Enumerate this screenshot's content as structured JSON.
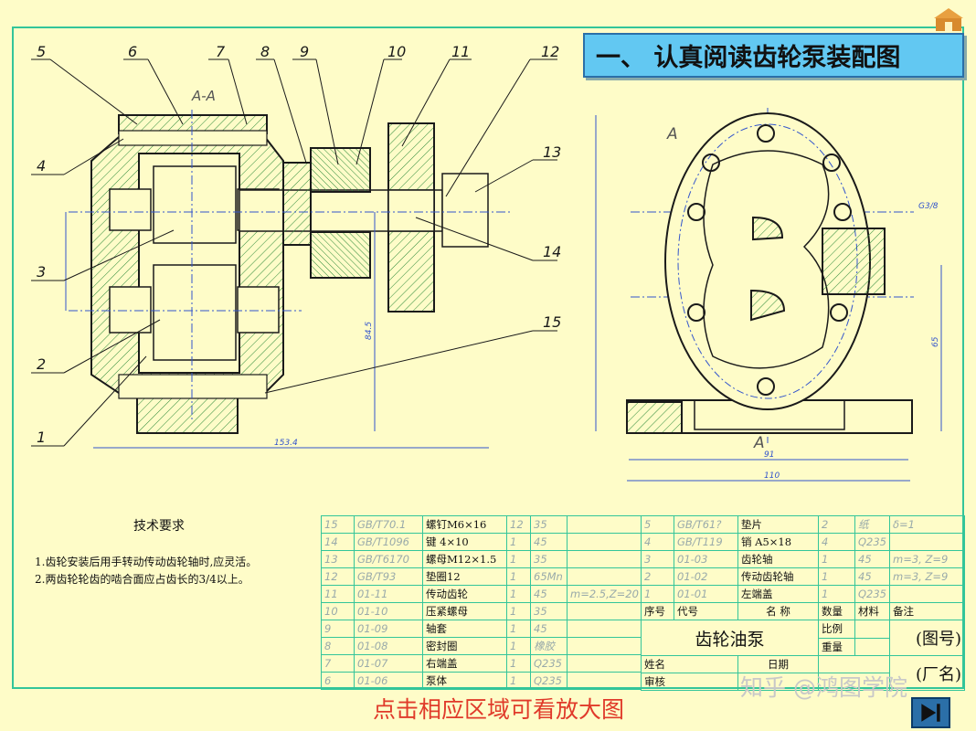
{
  "title": "一、 认真阅读齿轮泵装配图",
  "callouts": [
    "1",
    "2",
    "3",
    "4",
    "5",
    "6",
    "7",
    "8",
    "9",
    "10",
    "11",
    "12",
    "13",
    "14",
    "15"
  ],
  "section_label": "A-A",
  "view_marks": [
    "A",
    "A"
  ],
  "dims": {
    "overall_len": "153.4",
    "height_85": "84.5",
    "right_w": "110",
    "right_91": "91",
    "right_h": "65",
    "thread": "G3/8"
  },
  "tech": {
    "title": "技术要求",
    "line1": "1.齿轮安装后用手转动传动齿轮轴时,应灵活。",
    "line2": "2.两齿轮轮齿的啮合面应占齿长的3/4以上。"
  },
  "bom_left": [
    {
      "no": "15",
      "code": "GB/T70.1",
      "name": "螺钉M6×16",
      "qty": "12",
      "mat": "35",
      "note": ""
    },
    {
      "no": "14",
      "code": "GB/T1096",
      "name": "键 4×10",
      "qty": "1",
      "mat": "45",
      "note": ""
    },
    {
      "no": "13",
      "code": "GB/T6170",
      "name": "螺母M12×1.5",
      "qty": "1",
      "mat": "35",
      "note": ""
    },
    {
      "no": "12",
      "code": "GB/T93",
      "name": "垫圈12",
      "qty": "1",
      "mat": "65Mn",
      "note": ""
    },
    {
      "no": "11",
      "code": "01-11",
      "name": "传动齿轮",
      "qty": "1",
      "mat": "45",
      "note": "m=2.5,Z=20"
    },
    {
      "no": "10",
      "code": "01-10",
      "name": "压紧螺母",
      "qty": "1",
      "mat": "35",
      "note": ""
    },
    {
      "no": "9",
      "code": "01-09",
      "name": "轴套",
      "qty": "1",
      "mat": "45",
      "note": ""
    },
    {
      "no": "8",
      "code": "01-08",
      "name": "密封圈",
      "qty": "1",
      "mat": "橡胶",
      "note": ""
    },
    {
      "no": "7",
      "code": "01-07",
      "name": "右端盖",
      "qty": "1",
      "mat": "Q235",
      "note": ""
    },
    {
      "no": "6",
      "code": "01-06",
      "name": "泵体",
      "qty": "1",
      "mat": "Q235",
      "note": ""
    }
  ],
  "bom_right": [
    {
      "no": "5",
      "code": "GB/T61?",
      "name": "垫片",
      "qty": "2",
      "mat": "纸",
      "note": "δ=1"
    },
    {
      "no": "4",
      "code": "GB/T119",
      "name": "销 A5×18",
      "qty": "4",
      "mat": "Q235",
      "note": ""
    },
    {
      "no": "3",
      "code": "01-03",
      "name": "齿轮轴",
      "qty": "1",
      "mat": "45",
      "note": "m=3, Z=9"
    },
    {
      "no": "2",
      "code": "01-02",
      "name": "传动齿轮轴",
      "qty": "1",
      "mat": "45",
      "note": "m=3, Z=9"
    },
    {
      "no": "1",
      "code": "01-01",
      "name": "左端盖",
      "qty": "1",
      "mat": "Q235",
      "note": ""
    }
  ],
  "bom_header": {
    "no": "序号",
    "code": "代号",
    "name": "名 称",
    "qty": "数量",
    "mat": "材料",
    "note": "备注"
  },
  "title_block": {
    "product": "齿轮油泵",
    "scale": "比例",
    "weight": "重量",
    "drawing_no": "(图号)",
    "maker": "姓名",
    "checker": "审核",
    "date": "日期",
    "factory": "(厂名)"
  },
  "caption": "点击相应区域可看放大图",
  "watermark": "知乎 @鸿图学院",
  "colors": {
    "bg": "#fefcc8",
    "line": "#33c59a",
    "drawing": "#1a1a1a",
    "hatch": "#2e8b3a",
    "dim": "#3355cc",
    "title_bg": "#62c8f2",
    "caption": "#e03a2a"
  }
}
